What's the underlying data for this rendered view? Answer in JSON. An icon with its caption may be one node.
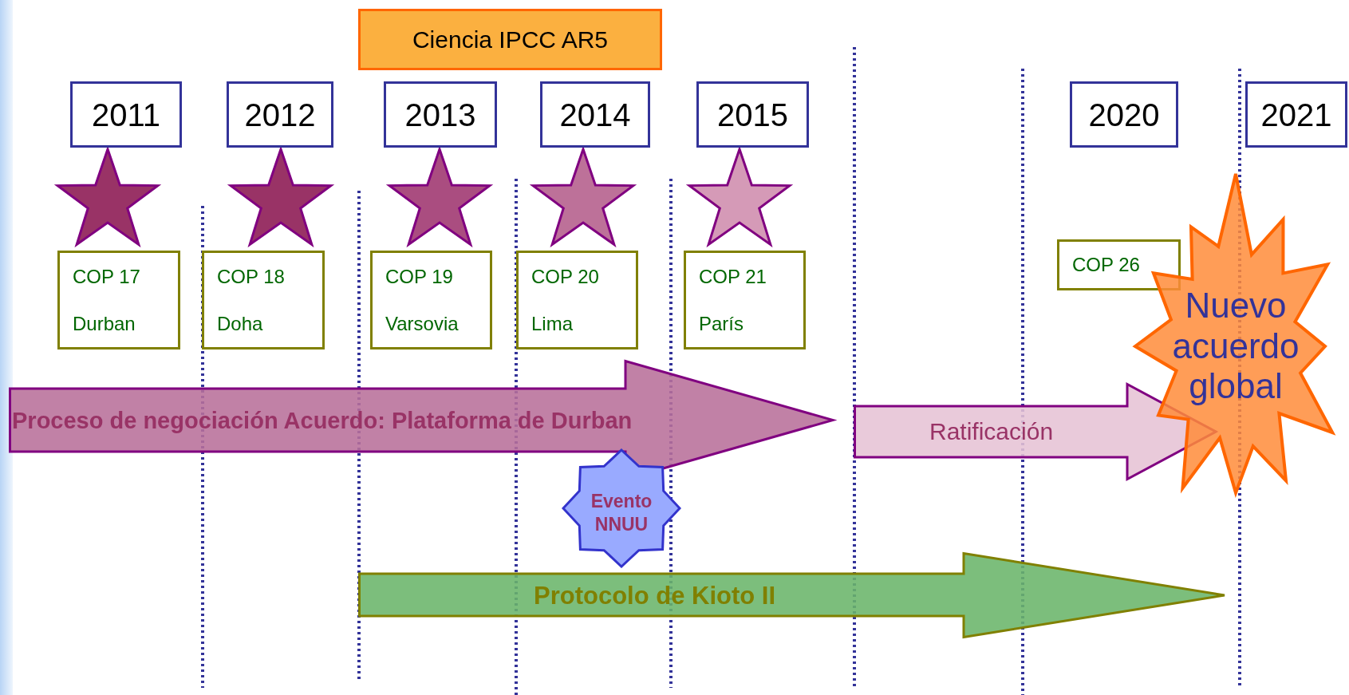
{
  "diagram": {
    "nodes": [
      {
        "text": [
          "Ciencia IPCC AR5"
        ]
      },
      {
        "text": [
          "2011"
        ]
      },
      {
        "text": [
          "2012"
        ]
      },
      {
        "text": [
          "2013"
        ]
      },
      {
        "text": [
          "2014"
        ]
      },
      {
        "text": [
          "2015"
        ]
      },
      {
        "text": [
          "2020"
        ]
      },
      {
        "text": [
          "2021"
        ]
      },
      {
        "text": [],
        "shape": "star"
      },
      {
        "text": [],
        "shape": "star"
      },
      {
        "text": [],
        "shape": "star"
      },
      {
        "text": [],
        "shape": "star"
      },
      {
        "text": [],
        "shape": "star"
      },
      {
        "text": [
          "COP 17",
          "Durban"
        ]
      },
      {
        "text": [
          "COP 18",
          "Doha"
        ]
      },
      {
        "text": [
          "COP 19",
          "Varsovia"
        ]
      },
      {
        "text": [
          "COP 20",
          "Lima"
        ]
      },
      {
        "text": [
          "COP 21",
          "París"
        ]
      },
      {
        "text": [
          "COP 26"
        ]
      },
      {
        "text": [
          "Proceso de negociación Acuerdo: Plataforma de Durban"
        ]
      },
      {
        "text": [
          "Ratificación"
        ]
      },
      {
        "text": [
          "Evento NNUU"
        ]
      },
      {
        "text": [
          "Protocolo de Kioto II"
        ]
      },
      {
        "text": [
          "Nuevo acuerdo global"
        ]
      }
    ]
  }
}
